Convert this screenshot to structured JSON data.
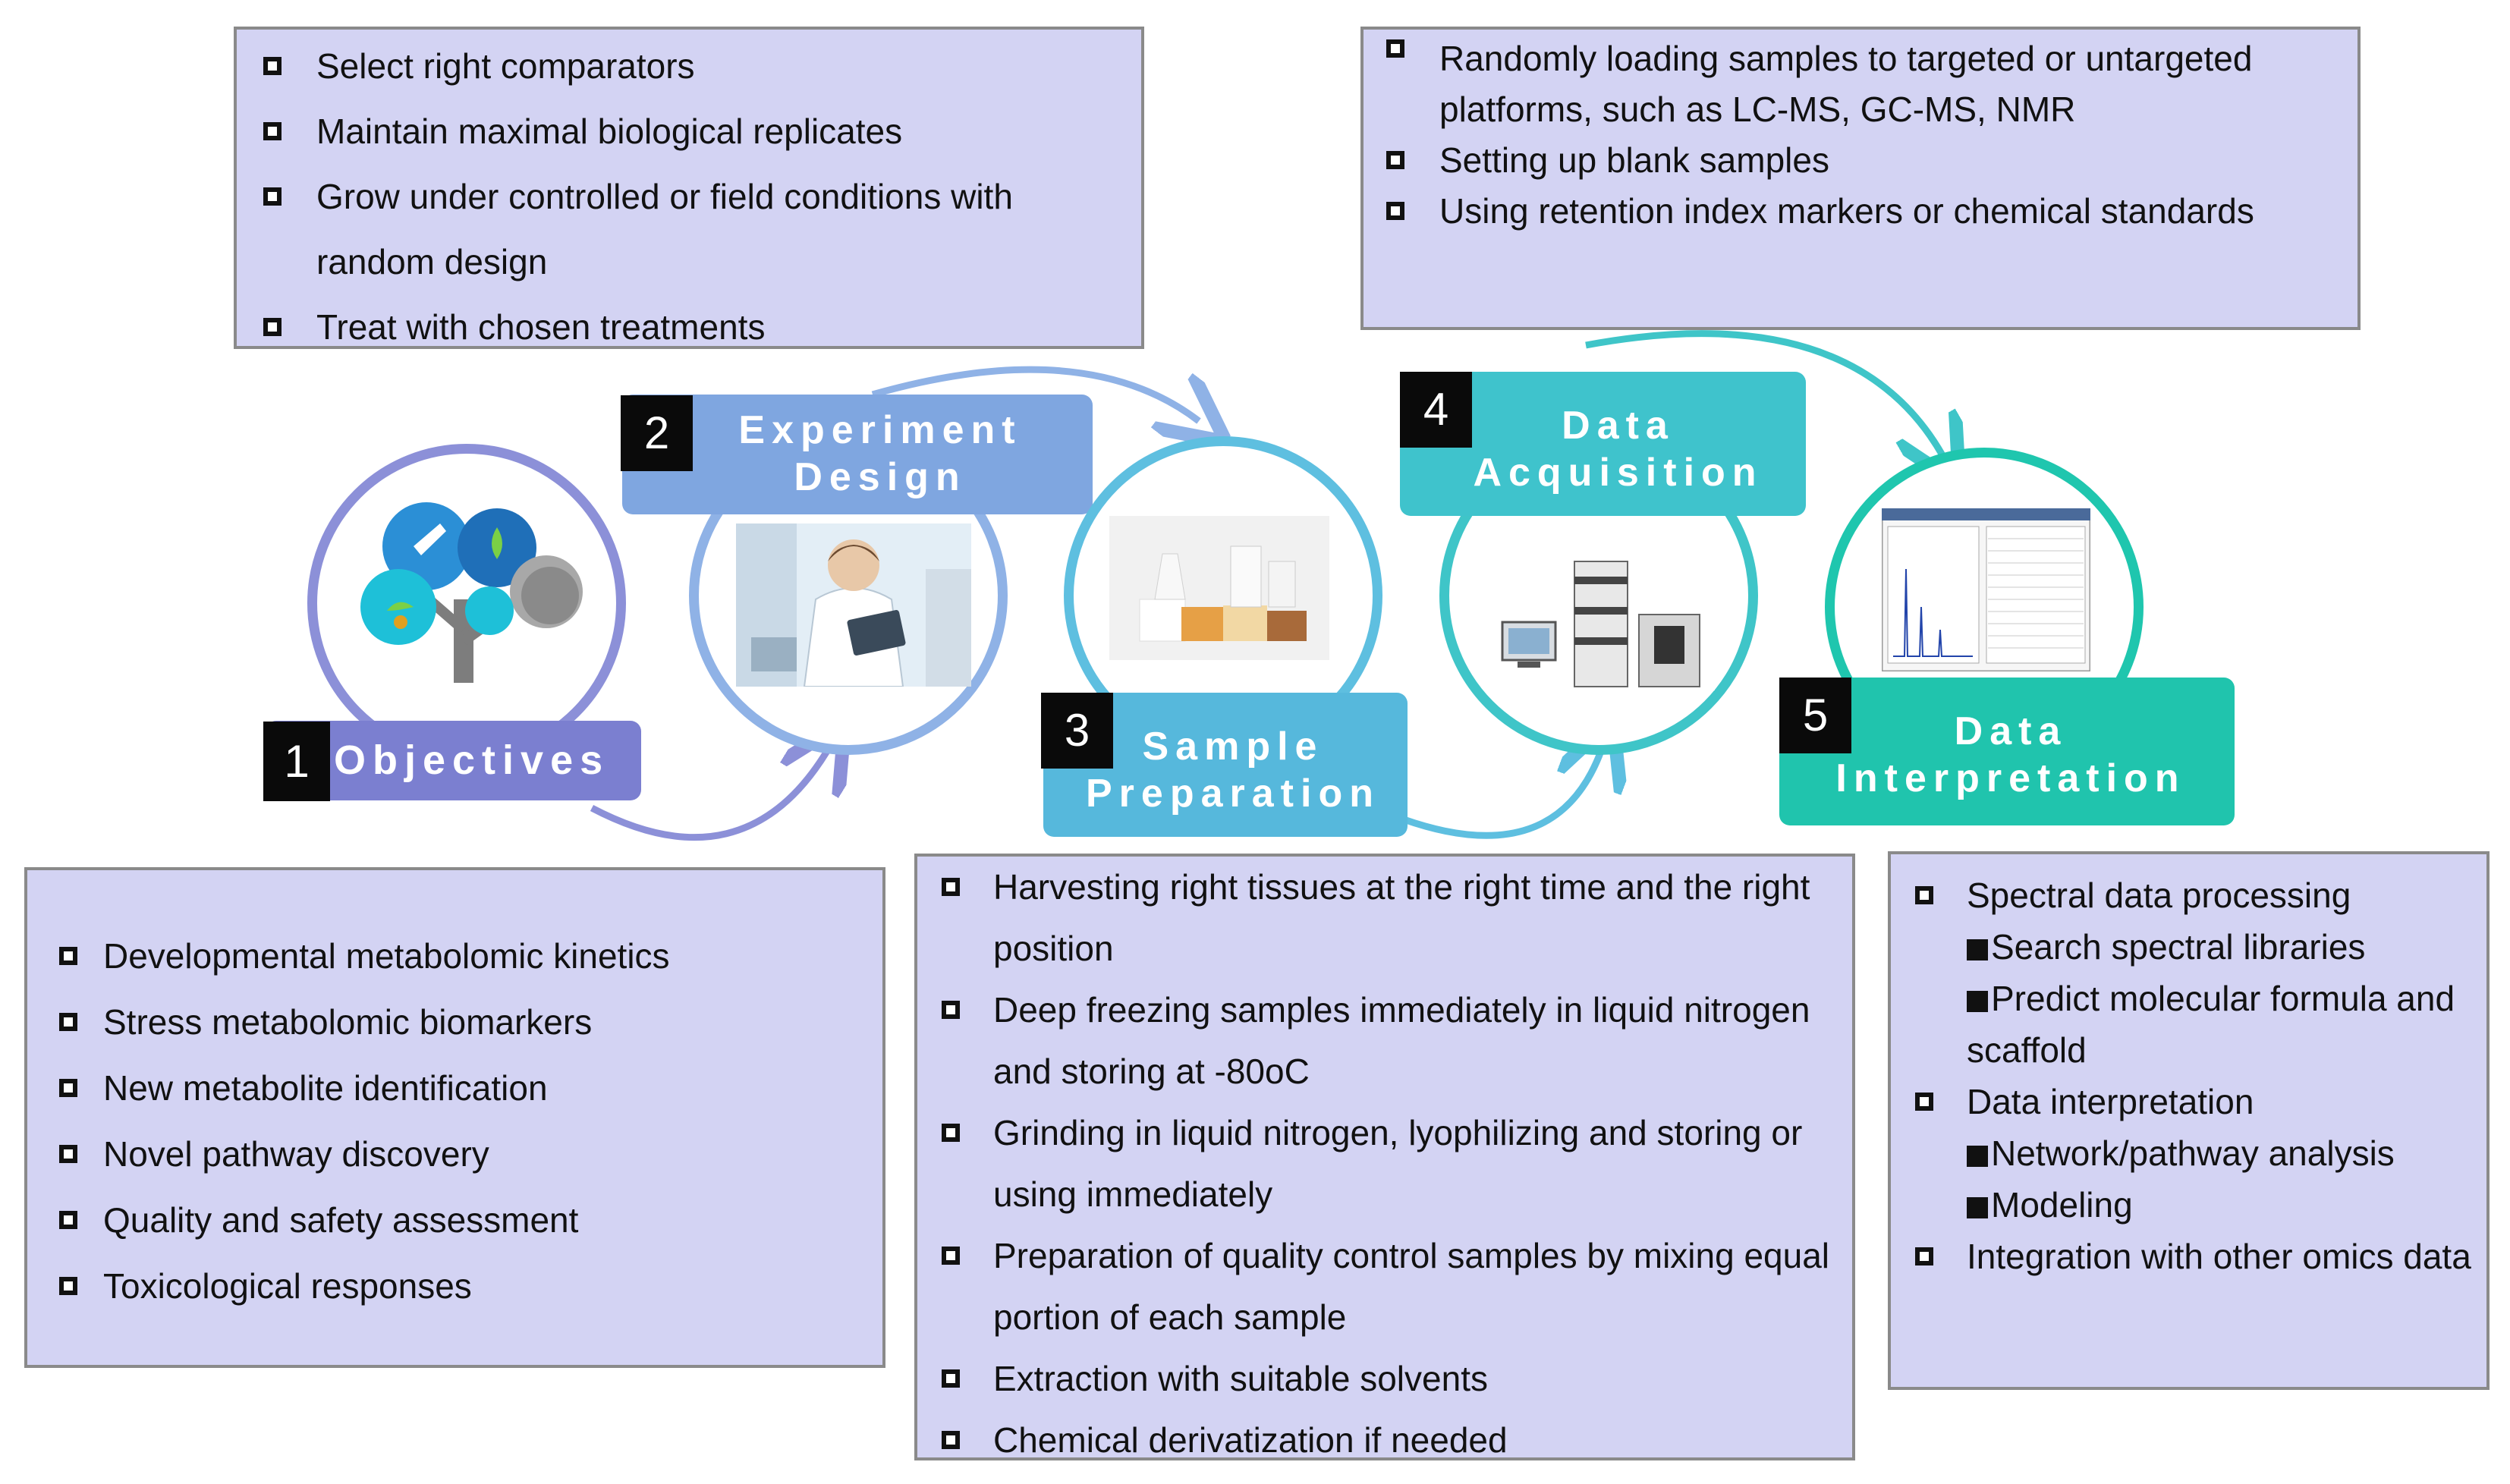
{
  "stages": [
    {
      "number": "1",
      "title_lines": [
        "Objectives"
      ],
      "color": "#7b7fd0",
      "ring": "#8c90d8",
      "icon": "tree-icon"
    },
    {
      "number": "2",
      "title_lines": [
        "Experiment",
        "Design"
      ],
      "color": "#7fa6e0",
      "ring": "#8fb2e6",
      "icon": "scientist-photo"
    },
    {
      "number": "3",
      "title_lines": [
        "Sample",
        "Preparation"
      ],
      "color": "#56b8dc",
      "ring": "#5ebfe0",
      "icon": "samples-photo"
    },
    {
      "number": "4",
      "title_lines": [
        "Data",
        "Acquisition"
      ],
      "color": "#3fc3cc",
      "ring": "#3fc5c8",
      "icon": "instrument-photo"
    },
    {
      "number": "5",
      "title_lines": [
        "Data",
        "Interpretation"
      ],
      "color": "#20c4ad",
      "ring": "#1fc6ae",
      "icon": "software-screenshot"
    }
  ],
  "boxes": {
    "experiment_design": [
      "Select right comparators",
      "Maintain maximal biological replicates",
      "Grow under controlled or field conditions with random design",
      "Treat with chosen treatments"
    ],
    "data_acquisition": [
      "Randomly loading samples to targeted or untargeted platforms, such as LC-MS, GC-MS, NMR",
      "Setting up blank samples",
      "Using retention index markers or chemical standards"
    ],
    "objectives": [
      "Developmental metabolomic kinetics",
      "Stress metabolomic biomarkers",
      "New metabolite identification",
      "Novel pathway discovery",
      "Quality and safety assessment",
      "Toxicological responses"
    ],
    "sample_preparation": [
      "Harvesting right tissues at the right time and the right position",
      "Deep freezing samples immediately in liquid nitrogen and storing at -80oC",
      "Grinding in liquid nitrogen, lyophilizing and storing or using immediately",
      "Preparation of quality control samples by mixing equal portion of each sample",
      "Extraction with suitable solvents",
      "Chemical derivatization if needed"
    ],
    "data_interpretation": {
      "item1": "Spectral data processing",
      "sub1": "Search spectral libraries",
      "sub2": "Predict molecular formula and scaffold",
      "item2": "Data interpretation",
      "sub3": "Network/pathway analysis",
      "sub4": "Modeling",
      "item3": "Integration with other omics data"
    }
  },
  "colors": {
    "box_fill": "#d3d3f3",
    "box_border": "#8a8a8a"
  }
}
